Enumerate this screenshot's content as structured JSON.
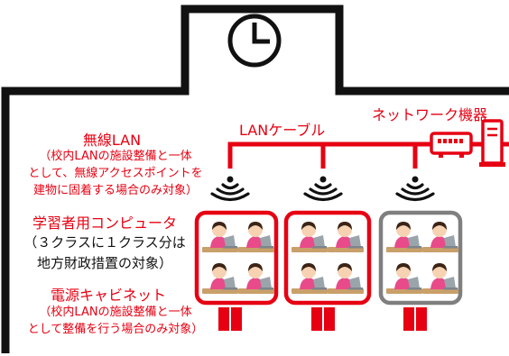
{
  "colors": {
    "accent": "#e60012",
    "wall": "#111111",
    "gray_box": "#7f7f7f"
  },
  "wireless": {
    "title": "無線LAN",
    "note_lines": [
      "（校内LANの施設整備と一体",
      "として、無線アクセスポイントを",
      "建物に固着する場合のみ対象）"
    ],
    "signal_icon": "wifi-signal-icon"
  },
  "lan_cable": {
    "label": "LANケーブル"
  },
  "network_equipment": {
    "label": "ネットワーク機器",
    "icons": [
      "network-switch-icon",
      "server-tower-icon"
    ]
  },
  "clock": {
    "icon": "clock-icon"
  },
  "student_computers": {
    "title": "学習者用コンピュータ",
    "note_lines": [
      "（３クラスに１クラス分は",
      "地方財政措置の対象）"
    ],
    "classes": [
      {
        "frame": "red",
        "student_icon": "student-at-laptop-icon"
      },
      {
        "frame": "red",
        "student_icon": "student-at-laptop-icon"
      },
      {
        "frame": "gray",
        "student_icon": "student-at-laptop-icon"
      }
    ]
  },
  "power_cabinet": {
    "title": "電源キャビネット",
    "note_lines": [
      "（校内LANの施設整備と一体",
      "として整備を行う場合のみ対象）"
    ],
    "icon": "charging-cabinet-icon"
  }
}
